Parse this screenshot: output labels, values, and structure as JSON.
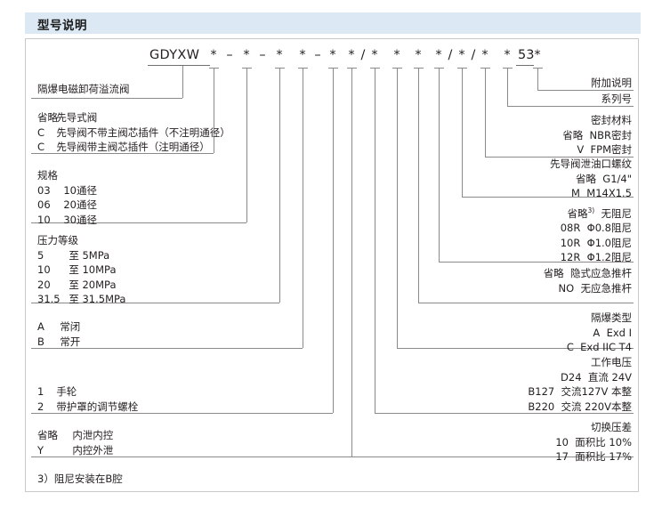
{
  "header": {
    "title": "型号说明"
  },
  "code": {
    "prefix": "GDYXW",
    "series_number": "53",
    "chars": [
      "*",
      "–",
      "*",
      "–",
      "*",
      "*",
      "–",
      "*",
      "*",
      "/",
      "*",
      "*",
      "*",
      "*",
      "/",
      "*",
      "/",
      "*",
      "*",
      "*"
    ]
  },
  "left_labels": [
    {
      "name": "product-name",
      "rows": [
        {
          "key": "",
          "val": "隔爆电磁卸荷溢流阀"
        }
      ]
    },
    {
      "name": "pilot-type",
      "rows": [
        {
          "key": "省略",
          "val": "先导式阀"
        },
        {
          "key": "C",
          "val": "先导阀不带主阀芯插件（不注明通径）"
        },
        {
          "key": "C",
          "val": "先导阀带主阀芯插件（注明通径）"
        }
      ]
    },
    {
      "name": "specification",
      "rows": [
        {
          "key": "",
          "val": "规格"
        },
        {
          "key": "03",
          "val": "10通径"
        },
        {
          "key": "06",
          "val": "20通径"
        },
        {
          "key": "10",
          "val": "30通径"
        }
      ]
    },
    {
      "name": "pressure-rating",
      "rows": [
        {
          "key": "",
          "val": "压力等级"
        },
        {
          "key": "5",
          "val": "至  5MPa"
        },
        {
          "key": "10",
          "val": "至 10MPa"
        },
        {
          "key": "20",
          "val": "至 20MPa"
        },
        {
          "key": "31.5",
          "val": "至 31.5MPa"
        }
      ]
    },
    {
      "name": "valve-normal-state",
      "rows": [
        {
          "key": "A",
          "val": "常闭"
        },
        {
          "key": "B",
          "val": "常开"
        }
      ]
    },
    {
      "name": "adjustment-type",
      "rows": [
        {
          "key": "1",
          "val": "手轮"
        },
        {
          "key": "2",
          "val": "带护罩的调节螺栓"
        }
      ]
    },
    {
      "name": "drain-control",
      "rows": [
        {
          "key": "省略",
          "val": "内泄内控"
        },
        {
          "key": "Y",
          "val": "内控外泄"
        }
      ]
    }
  ],
  "right_labels": [
    {
      "name": "additional-description",
      "rows": [
        {
          "key": "",
          "val": "附加说明"
        }
      ]
    },
    {
      "name": "series-number",
      "rows": [
        {
          "key": "",
          "val": "系列号"
        }
      ]
    },
    {
      "name": "seal-material",
      "rows": [
        {
          "key": "",
          "val": "密封材料"
        },
        {
          "key": "省略",
          "val": "NBR密封"
        },
        {
          "key": "V",
          "val": "FPM密封"
        }
      ]
    },
    {
      "name": "pilot-drain-thread",
      "rows": [
        {
          "key": "",
          "val": "先导阀泄油口螺纹"
        },
        {
          "key": "省略",
          "val": "G1/4\""
        },
        {
          "key": "M",
          "val": "M14X1.5"
        }
      ]
    },
    {
      "name": "damping",
      "rows": [
        {
          "key": "省略3)",
          "val": "无阻尼"
        },
        {
          "key": "08R",
          "val": "Φ0.8阻尼"
        },
        {
          "key": "10R",
          "val": "Φ1.0阻尼"
        },
        {
          "key": "12R",
          "val": "Φ1.2阻尼"
        }
      ]
    },
    {
      "name": "emergency-push-rod",
      "rows": [
        {
          "key": "省略",
          "val": "隐式应急推杆"
        },
        {
          "key": "NO",
          "val": "无应急推杆"
        }
      ]
    },
    {
      "name": "explosion-proof-type",
      "rows": [
        {
          "key": "",
          "val": "隔爆类型"
        },
        {
          "key": "A",
          "val": "Exd I"
        },
        {
          "key": "C",
          "val": "Exd IIC T4"
        }
      ]
    },
    {
      "name": "working-voltage",
      "rows": [
        {
          "key": "",
          "val": "工作电压"
        },
        {
          "key": "D24",
          "val": "直流 24V"
        },
        {
          "key": "B127",
          "val": "交流127V 本整"
        },
        {
          "key": "B220",
          "val": "交流 220V本整"
        }
      ]
    },
    {
      "name": "switching-pressure-difference",
      "rows": [
        {
          "key": "",
          "val": "切换压差"
        },
        {
          "key": "10",
          "val": "面积比  10%"
        },
        {
          "key": "17",
          "val": "面积比  17%"
        }
      ]
    }
  ],
  "footnote": "3）阻尼安装在B腔"
}
